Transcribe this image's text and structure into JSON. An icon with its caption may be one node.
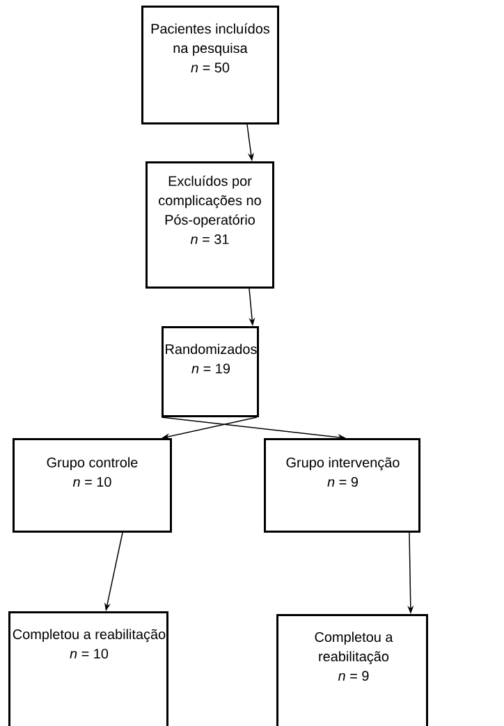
{
  "diagram": {
    "nodes": [
      {
        "text": [
          "Pacientes incluídos na pesquisa",
          "*n* = 50"
        ]
      },
      {
        "text": [
          "Excluídos por complicações no Pós-operatório",
          "*n* = 31"
        ]
      },
      {
        "text": [
          "Randomizados",
          "*n* = 19"
        ]
      },
      {
        "text": [
          "Grupo controle",
          "*n* = 10"
        ]
      },
      {
        "text": [
          "Grupo intervenção",
          "*n* = 9"
        ]
      },
      {
        "text": [
          "Completou a reabilitação",
          "*n* = 10"
        ]
      },
      {
        "text": [
          "Completou a reabilitação",
          "*n* = 9"
        ]
      }
    ],
    "edges": [
      {
        "from": 0,
        "to": 1,
        "arrow": "to"
      },
      {
        "from": 1,
        "to": 2,
        "arrow": "to"
      },
      {
        "from": 2,
        "to": 3,
        "arrow": "to"
      },
      {
        "from": 2,
        "to": 4,
        "arrow": "to"
      },
      {
        "from": 3,
        "to": 5,
        "arrow": "to"
      },
      {
        "from": 4,
        "to": 6,
        "arrow": "to"
      }
    ]
  }
}
